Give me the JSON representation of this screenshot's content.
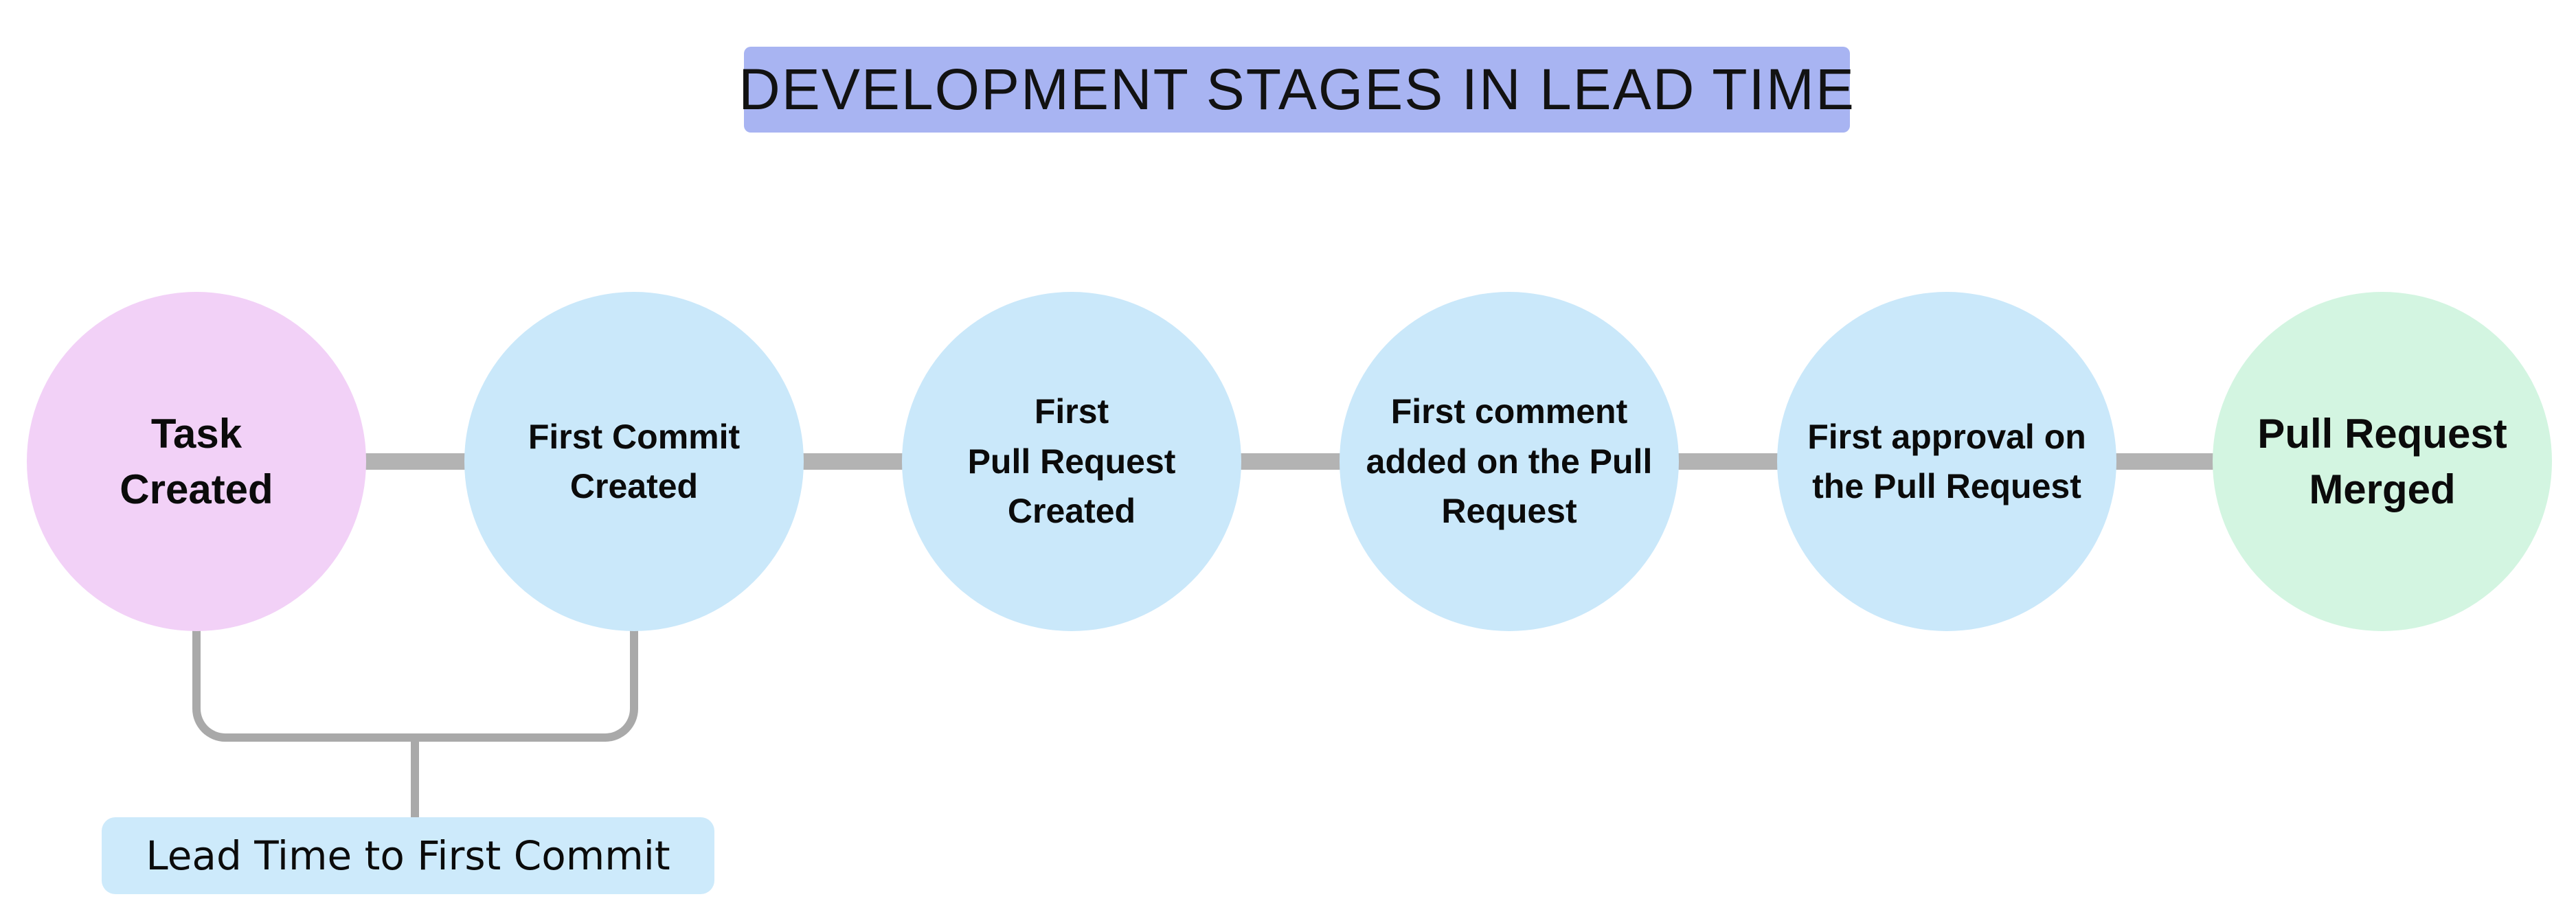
{
  "title": {
    "text": "DEVELOPMENT STAGES IN LEAD TIME",
    "bg": "#a8b4f2"
  },
  "stages": [
    {
      "label": "Task\nCreated",
      "color": "#f2d1f7"
    },
    {
      "label": "First Commit\nCreated",
      "color": "#cae8fa"
    },
    {
      "label": "First\nPull Request\nCreated",
      "color": "#cae8fa"
    },
    {
      "label": "First comment\nadded on the Pull\nRequest",
      "color": "#cae8fa"
    },
    {
      "label": "First approval on\nthe Pull Request",
      "color": "#cae8fa"
    },
    {
      "label": "Pull Request\nMerged",
      "color": "#d3f5e1"
    }
  ],
  "bracket": {
    "label": "Lead Time to First Commit",
    "bg": "#cdeafb",
    "line_color": "#a9a9a9"
  },
  "colors": {
    "connector": "#b3b3b3",
    "text": "#0b0b0b",
    "background": "#ffffff"
  }
}
